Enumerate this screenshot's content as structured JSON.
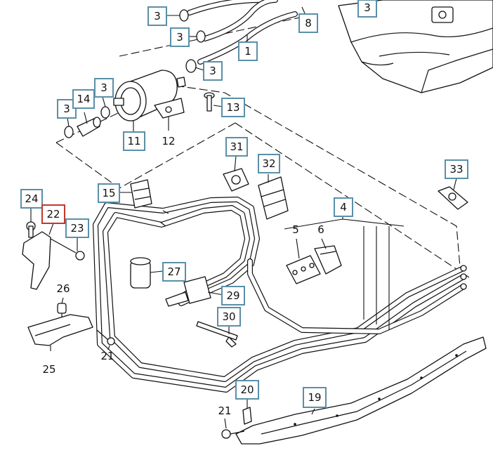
{
  "callouts": {
    "c3a": "3",
    "c3b": "3",
    "c3c": "3",
    "c3d": "3",
    "c3e": "3",
    "c3f": "3",
    "c8": "8",
    "c1": "1",
    "c14": "14",
    "c11": "11",
    "c13": "13",
    "c31": "31",
    "c32": "32",
    "c33": "33",
    "c15": "15",
    "c4": "4",
    "c24": "24",
    "c22": "22",
    "c23": "23",
    "c27": "27",
    "c29": "29",
    "c30": "30",
    "c20": "20",
    "c19": "19"
  },
  "labels": {
    "l12": "12",
    "l5": "5",
    "l6": "6",
    "l26": "26",
    "l25": "25",
    "l21a": "21",
    "l21b": "21"
  },
  "colors": {
    "callout_border": "#5a8fa8",
    "highlight_border": "#c0392b",
    "line": "#111111"
  }
}
